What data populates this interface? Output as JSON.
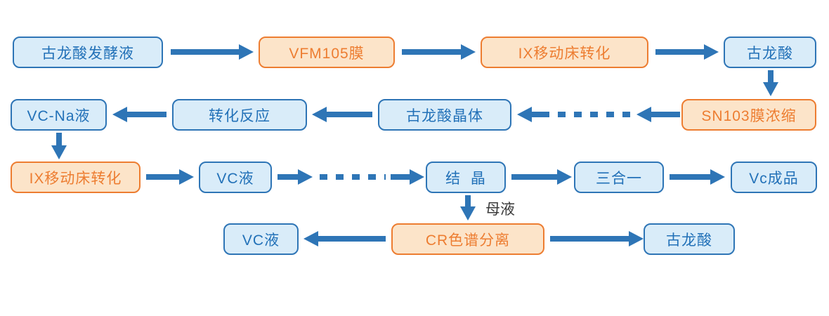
{
  "diagram": {
    "description": "Vitamin C production process flowchart",
    "colors": {
      "blue_box_fill": "#D9ECF9",
      "blue_box_border": "#2E75B6",
      "blue_box_text": "#2271B8",
      "orange_box_fill": "#FCE4C9",
      "orange_box_border": "#ED7D31",
      "orange_box_text": "#ED7D31",
      "arrow": "#2E75B6",
      "edge_label_text": "#3A3A3A",
      "background": "#FFFFFF"
    },
    "nodes": [
      {
        "id": "fermentation-broth",
        "label": "古龙酸发酵液",
        "style": "blue",
        "row": 1
      },
      {
        "id": "vfm105-membrane",
        "label": "VFM105膜",
        "style": "orange",
        "row": 1
      },
      {
        "id": "ix-moving-bed-1",
        "label": "IX移动床转化",
        "style": "orange",
        "row": 1
      },
      {
        "id": "gulonic-acid-1",
        "label": "古龙酸",
        "style": "blue",
        "row": 1
      },
      {
        "id": "vc-na-liquid",
        "label": "VC-Na液",
        "style": "blue",
        "row": 2
      },
      {
        "id": "conversion-reaction",
        "label": "转化反应",
        "style": "blue",
        "row": 2
      },
      {
        "id": "gulonic-acid-crystal",
        "label": "古龙酸晶体",
        "style": "blue",
        "row": 2
      },
      {
        "id": "sn103-membrane",
        "label": "SN103膜浓缩",
        "style": "orange",
        "row": 2
      },
      {
        "id": "ix-moving-bed-2",
        "label": "IX移动床转化",
        "style": "orange",
        "row": 3
      },
      {
        "id": "vc-liquid-1",
        "label": "VC液",
        "style": "blue",
        "row": 3
      },
      {
        "id": "crystallization",
        "label": "结  晶",
        "style": "blue",
        "row": 3
      },
      {
        "id": "three-in-one",
        "label": "三合一",
        "style": "blue",
        "row": 3
      },
      {
        "id": "vc-product",
        "label": "Vc成品",
        "style": "blue",
        "row": 3
      },
      {
        "id": "vc-liquid-2",
        "label": "VC液",
        "style": "blue",
        "row": 4
      },
      {
        "id": "cr-chromatography",
        "label": "CR色谱分离",
        "style": "orange",
        "row": 4
      },
      {
        "id": "gulonic-acid-2",
        "label": "古龙酸",
        "style": "blue",
        "row": 4
      }
    ],
    "edge_labels": [
      {
        "id": "mother-liquor",
        "text": "母液"
      }
    ],
    "flow": [
      "古龙酸发酵液 → VFM105膜 → IX移动床转化 → 古龙酸 → SN103膜浓缩 ⇢ 古龙酸晶体 → 转化反应 → VC-Na液 → IX移动床转化 → VC液 ⇢ 结晶 → 三合一 → Vc成品",
      "结晶 →(母液) CR色谱分离 → VC液 ; CR色谱分离 → 古龙酸"
    ]
  }
}
